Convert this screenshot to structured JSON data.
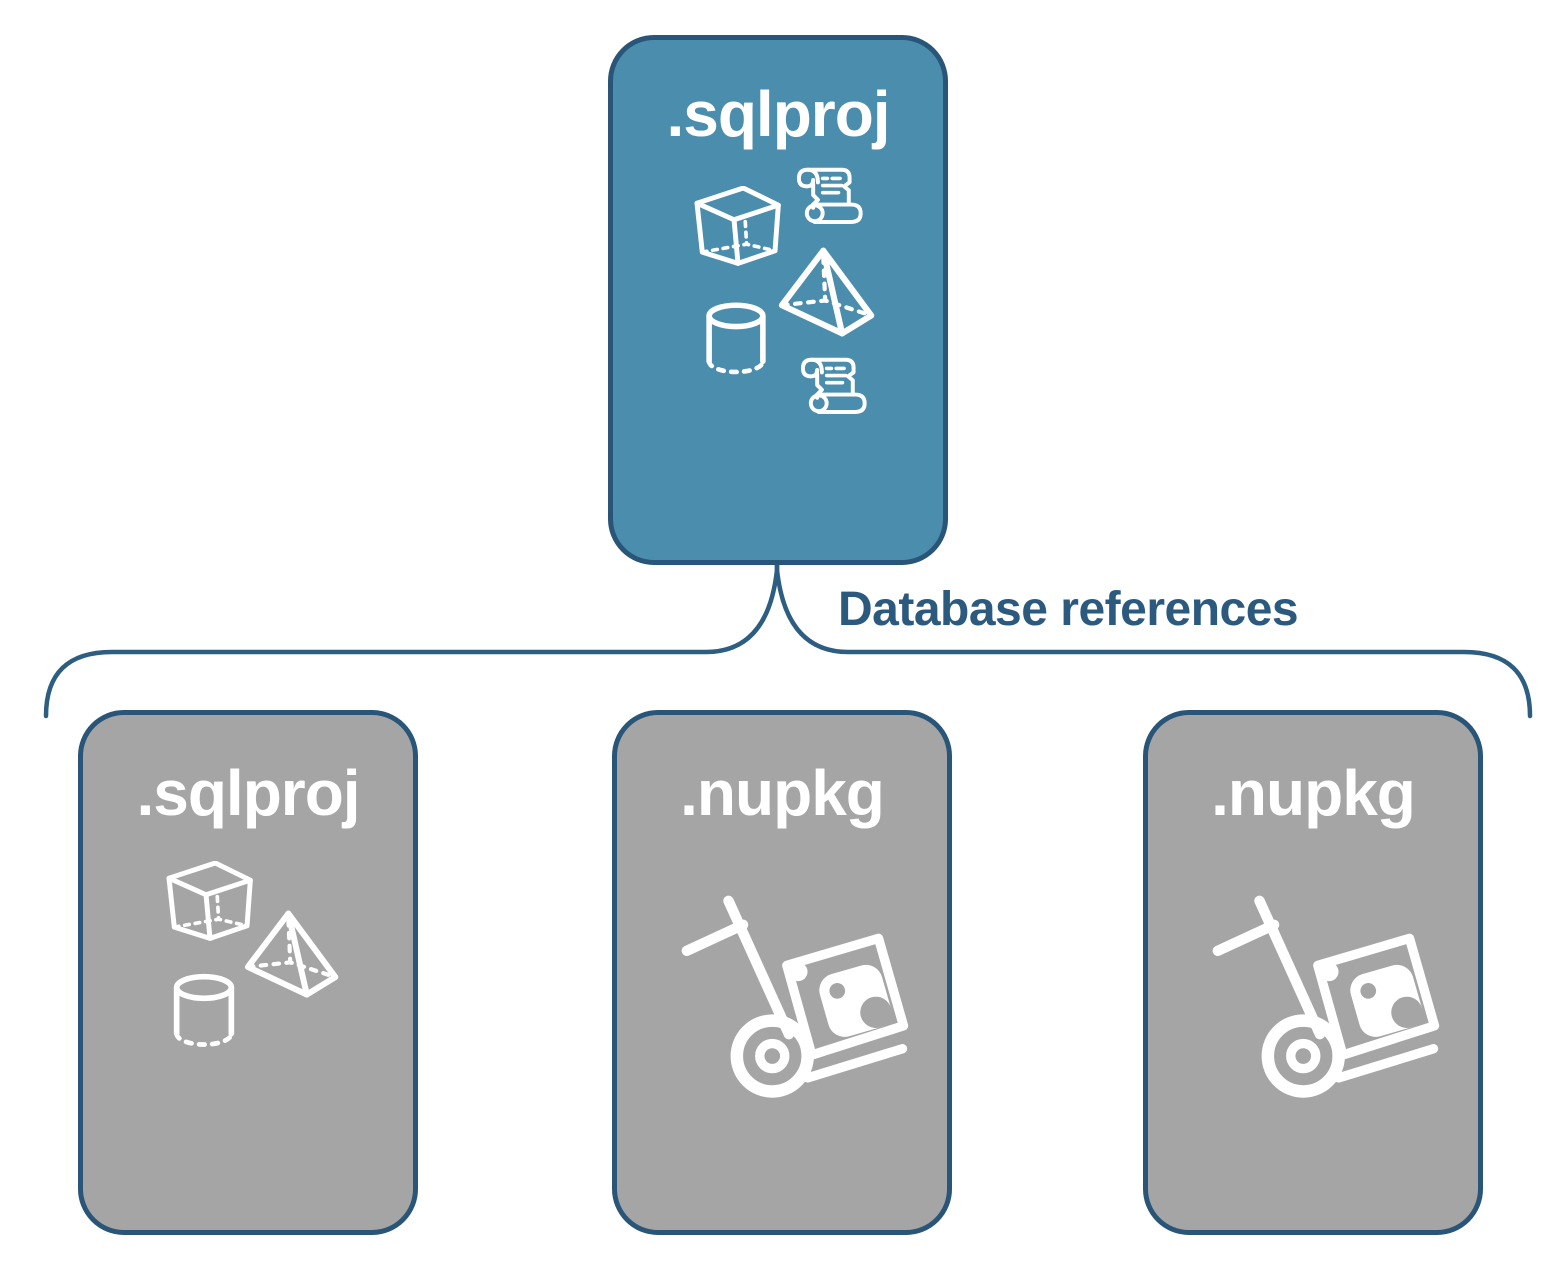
{
  "colors": {
    "background": "#ffffff",
    "top_box_fill": "#4a8dac",
    "gray_box_fill": "#a5a5a5",
    "box_border": "#285578",
    "connector_line": "#2d5e82",
    "connector_label_text": "#2c5a7e",
    "box_label_text": "#ffffff",
    "icon_color": "#ffffff"
  },
  "top_box": {
    "label": ".sqlproj",
    "icons": [
      "scroll-icon",
      "cube-icon",
      "pyramid-icon",
      "cylinder-icon",
      "scroll-icon"
    ]
  },
  "connector": {
    "label": "Database references"
  },
  "bottom_boxes": [
    {
      "label": ".sqlproj",
      "icons": [
        "cube-icon",
        "pyramid-icon",
        "cylinder-icon"
      ]
    },
    {
      "label": ".nupkg",
      "icons": [
        "nuget-handtruck-icon"
      ]
    },
    {
      "label": ".nupkg",
      "icons": [
        "nuget-handtruck-icon"
      ]
    }
  ]
}
